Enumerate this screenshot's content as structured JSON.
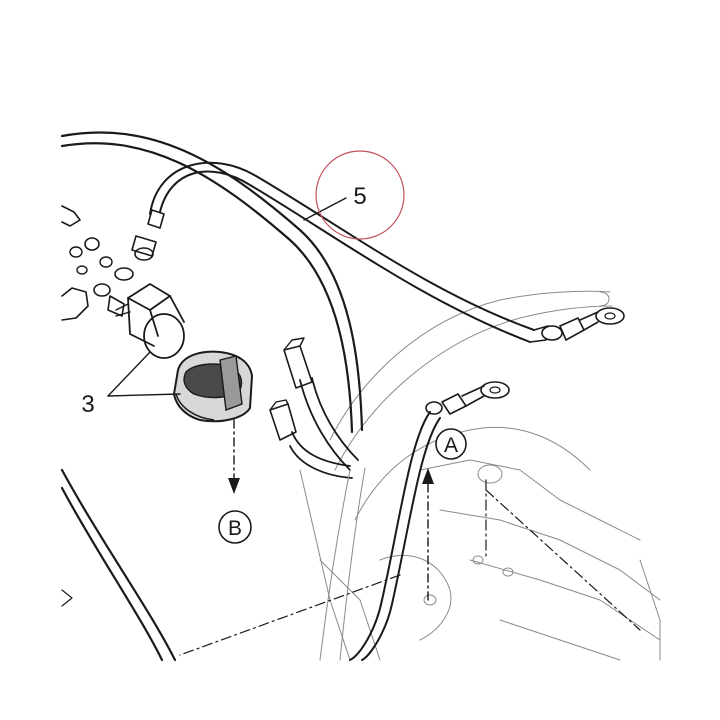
{
  "callouts": {
    "part_5": "5",
    "part_3": "3",
    "ref_a": "A",
    "ref_b": "B"
  },
  "colors": {
    "line": "#1a1a1a",
    "faint": "#8a8a8a",
    "highlight_circle": "#c0505a",
    "background": "#ffffff"
  }
}
